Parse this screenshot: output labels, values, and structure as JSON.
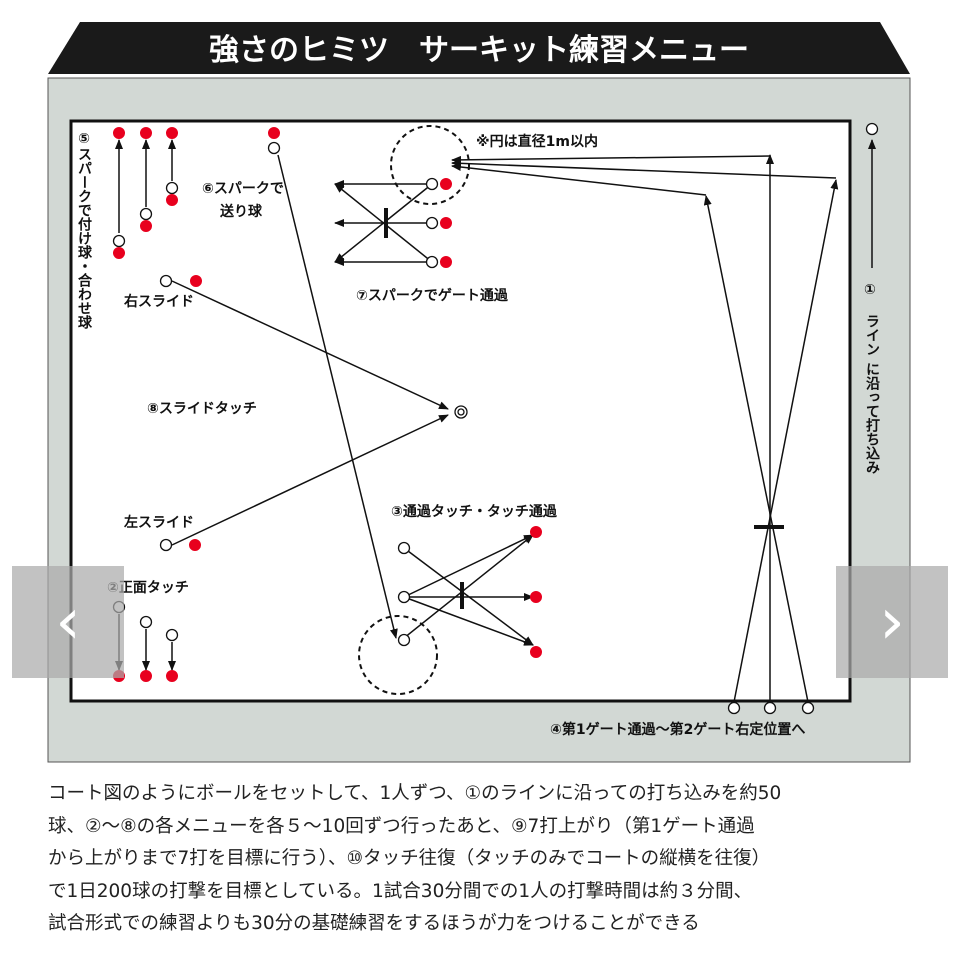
{
  "title": "強さのヒミツ　サーキット練習メニュー",
  "labels": {
    "circle_note": "※円は直径1m以内",
    "m1_line1": "①",
    "m1_line2": "ライン",
    "m1_line3": "に沿って打ち込み",
    "m5": "⑤スパークで付け球・合わせ球",
    "m6a": "⑥スパークで",
    "m6b": "送り球",
    "m7": "⑦スパークでゲート通過",
    "right_slide": "右スライド",
    "m8": "⑧スライドタッチ",
    "left_slide": "左スライド",
    "m3": "③通過タッチ・タッチ通過",
    "m2": "②正面タッチ",
    "m4": "④第1ゲート通過〜第2ゲート右定位置へ"
  },
  "caption": [
    "コート図のようにボールをセットして、1人ずつ、①のラインに沿っての打ち込みを約50",
    "球、②〜⑧の各メニューを各５〜10回ずつ行ったあと、⑨7打上がり（第1ゲート通過",
    "から上がりまで7打を目標に行う）、⑩タッチ往復（タッチのみでコートの縦横を往復）",
    "で1日200球の打撃を目標としている。1試合30分間での1人の打撃時間は約３分間、",
    "試合形式での練習よりも30分の基礎練習をするほうが力をつけることができる"
  ],
  "nav": {
    "prev": "‹",
    "next": "›"
  },
  "colors": {
    "header": "#1a1a1a",
    "frame": "#d2d8d4",
    "red_ball": "#e8001e",
    "line": "#111111"
  }
}
